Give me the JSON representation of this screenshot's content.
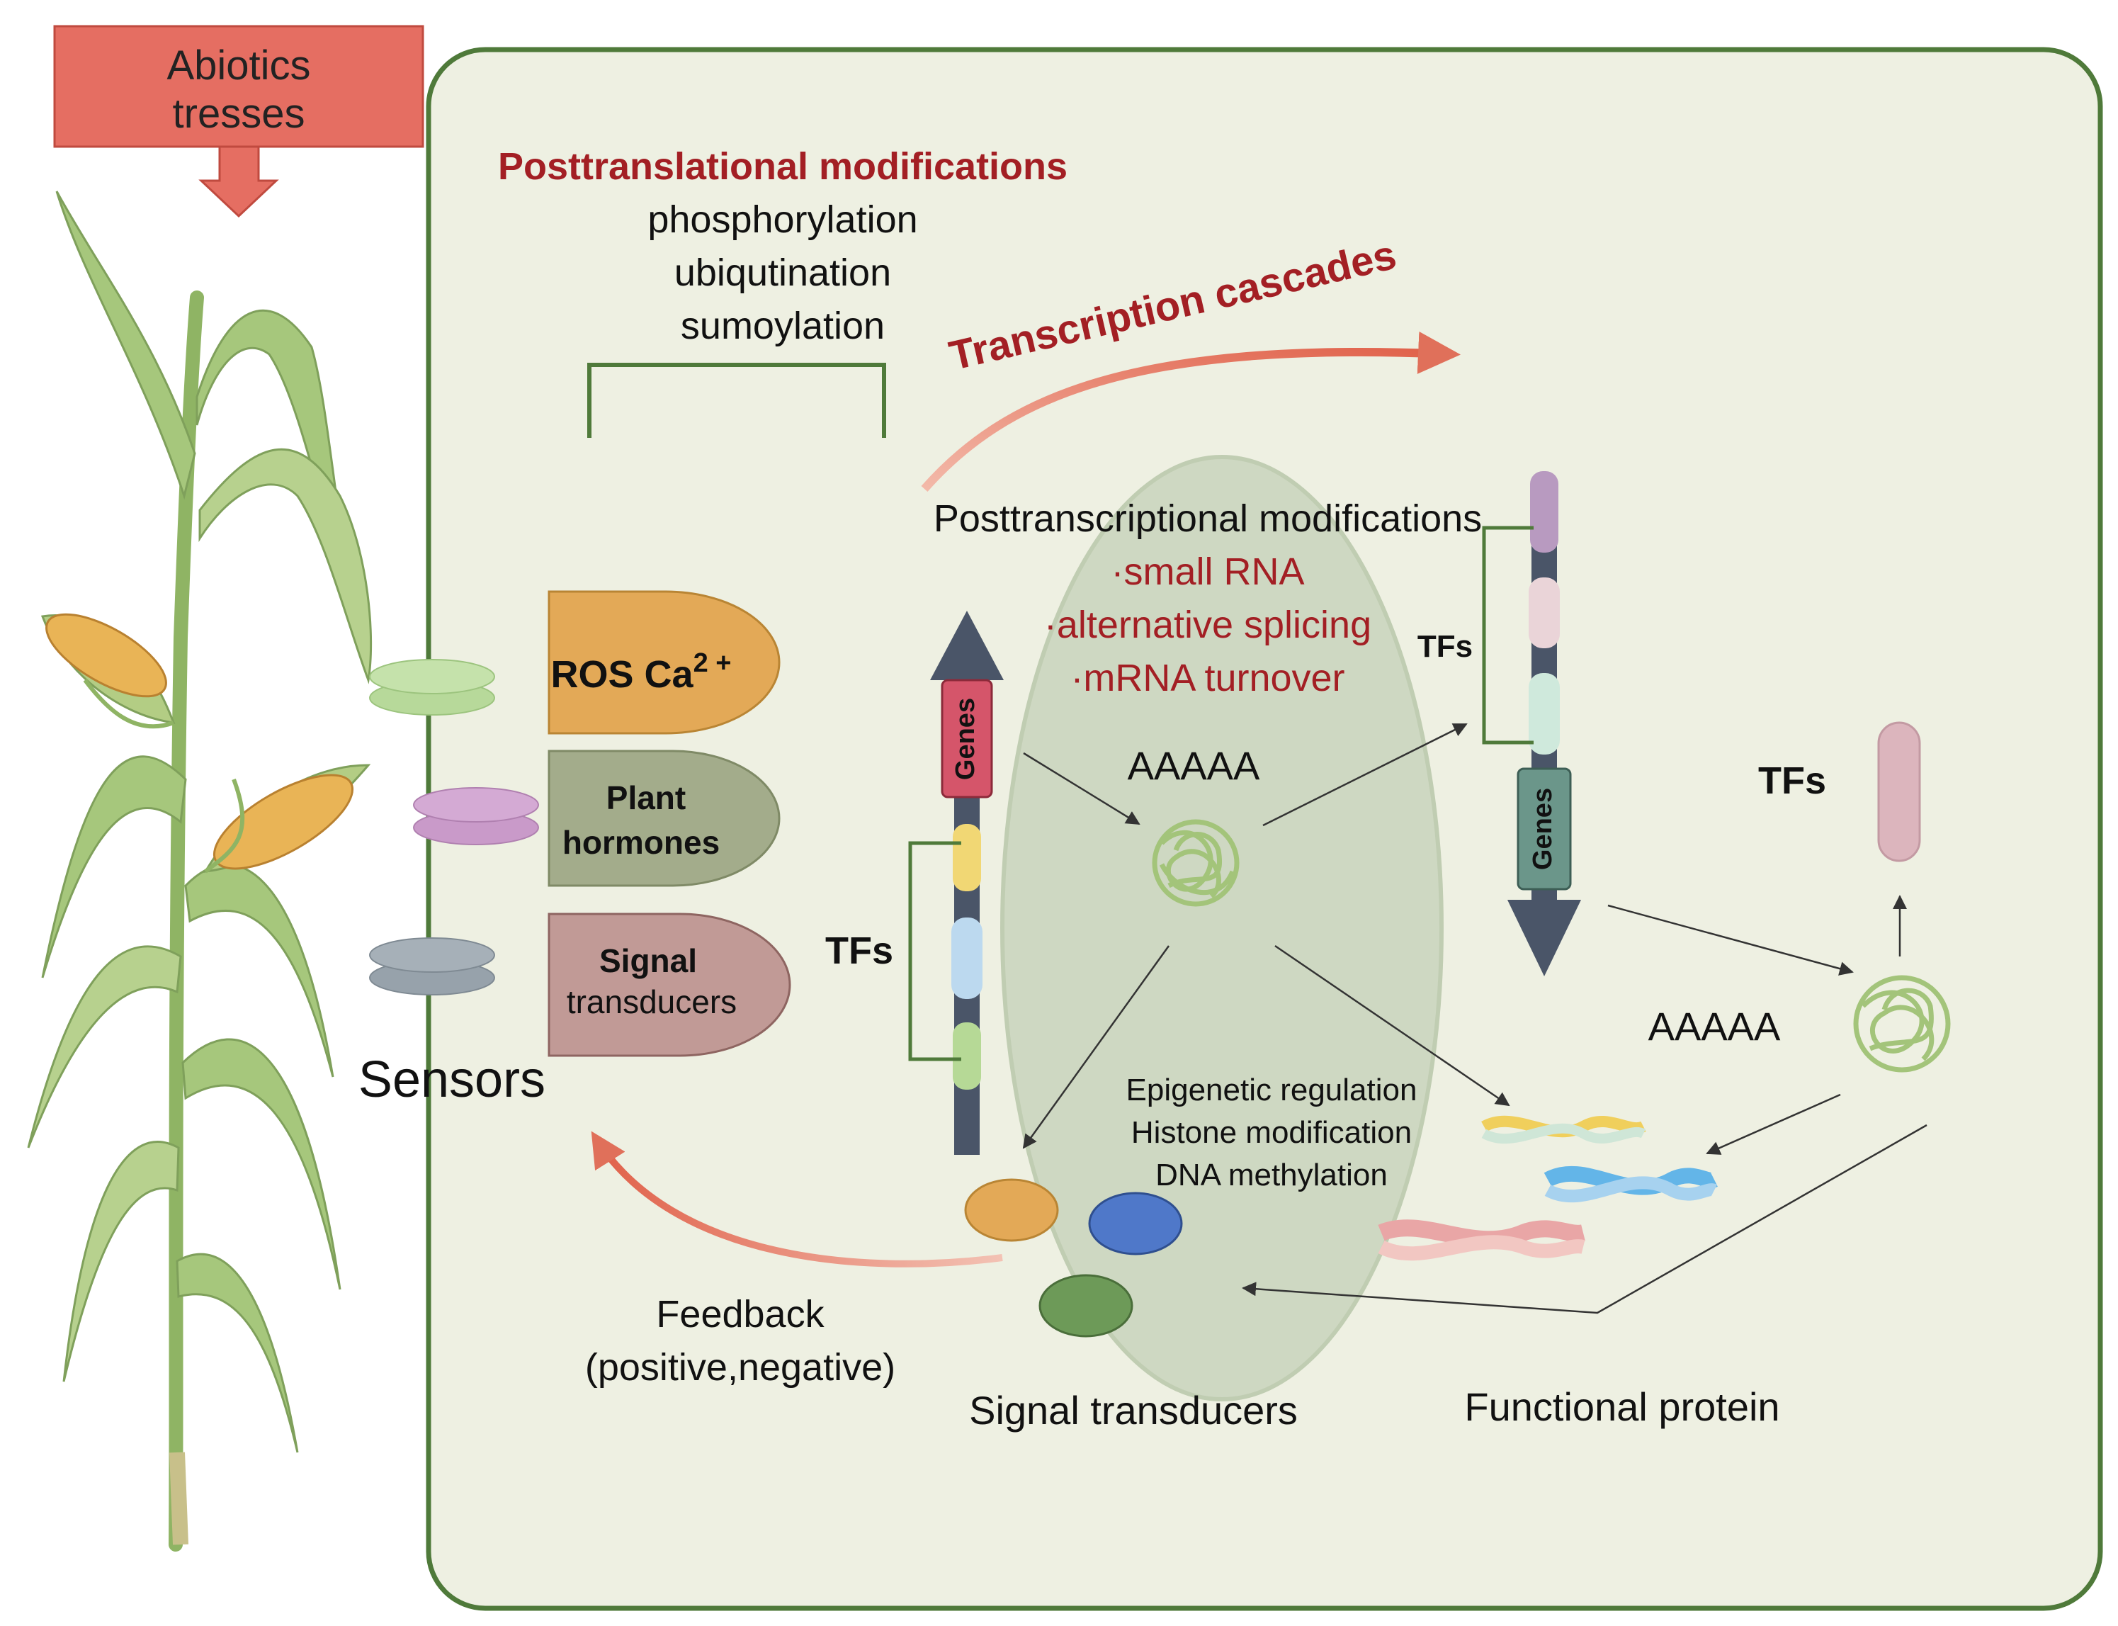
{
  "stress_box": {
    "line1": "Abiotics",
    "line2": "tresses"
  },
  "ptm": {
    "title": "Posttranslational modifications",
    "items": [
      "phosphorylation",
      "ubiqutination",
      "sumoylation"
    ]
  },
  "transcription_cascades": "Transcription cascades",
  "post_transcriptional": {
    "title": "Posttranscriptional modifications",
    "items": [
      "·small RNA",
      "·alternative splicing",
      "·mRNA turnover"
    ]
  },
  "signals": {
    "ros": "ROS Ca",
    "ros_sup": "2 +",
    "hormones_line1": "Plant",
    "hormones_line2": "hormones",
    "transducers_line1": "Signal",
    "transducers_line2": "transducers"
  },
  "sensors_label": "Sensors",
  "genes_label": "Genes",
  "tfs_label": "TFs",
  "polya_label": "AAAAA",
  "epigenetic": [
    "Epigenetic regulation",
    "Histone modification",
    "DNA methylation"
  ],
  "feedback": {
    "line1": "Feedback",
    "line2": "(positive,negative)"
  },
  "signal_transducers_label": "Signal transducers",
  "functional_protein_label": "Functional protein",
  "colors": {
    "cell_fill": "#eef0e2",
    "cell_border": "#4f7a3a",
    "nucleus": "#c9d4bd",
    "accent_red": "#a31f24",
    "arrow_red": "#e0705a",
    "ros": "#e3a957",
    "hormones": "#a3ac8b",
    "transducers": "#c19a96",
    "stress_box": "#e56e62"
  }
}
